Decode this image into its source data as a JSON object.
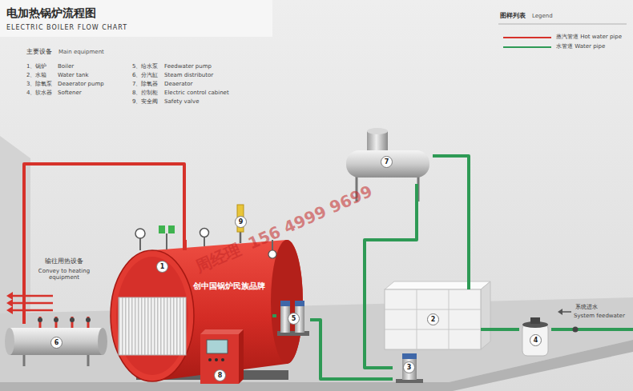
{
  "diagram": {
    "title": "电加热锅炉流程图",
    "nodes": [
      {
        "text": [
          "6"
        ]
      },
      {
        "text": [
          "1",
          "创中国锅炉民族品牌"
        ]
      },
      {
        "text": [
          "9"
        ]
      },
      {
        "text": [
          "5"
        ]
      },
      {
        "text": [
          "8"
        ]
      },
      {
        "text": [
          "7"
        ]
      },
      {
        "text": [
          "2"
        ]
      },
      {
        "text": [
          "3"
        ]
      },
      {
        "text": [
          "4"
        ]
      }
    ],
    "edges": [
      {
        "from": 1,
        "to": 0,
        "arrow": "none"
      },
      {
        "from": 8,
        "to": 6,
        "arrow": "none"
      },
      {
        "from": 6,
        "to": 5,
        "arrow": "none"
      },
      {
        "from": 5,
        "to": 7,
        "arrow": "none"
      },
      {
        "from": 7,
        "to": 3,
        "arrow": "none"
      },
      {
        "from": 3,
        "to": 1,
        "arrow": "none"
      }
    ],
    "labels": [
      "ELECTRIC BOILER FLOW CHART",
      "主要设备",
      "Main equipment",
      "1、锅炉",
      "Boiler",
      "2、水箱",
      "Water tank",
      "3、除氧泵",
      "Deaerator pump",
      "4、软水器",
      "Softener",
      "5、给水泵",
      "Feedwater pump",
      "6、分汽缸",
      "Steam distributor",
      "7、除氧器",
      "Deaerator",
      "8、控制柜",
      "Electric control cabinet",
      "9、安全阀",
      "Safety valve",
      "图样列表",
      "Legend",
      "输往用热设备",
      "Convey to heating equipment",
      "系统进水",
      "System feedwater",
      "周经理",
      "156 4999 9699"
    ],
    "legend": [
      {
        "text": "蒸汽管道 Hot water pipe",
        "color": "#d6322b"
      },
      {
        "text": "水管道 Water pipe",
        "color": "#2e9a55"
      }
    ]
  }
}
